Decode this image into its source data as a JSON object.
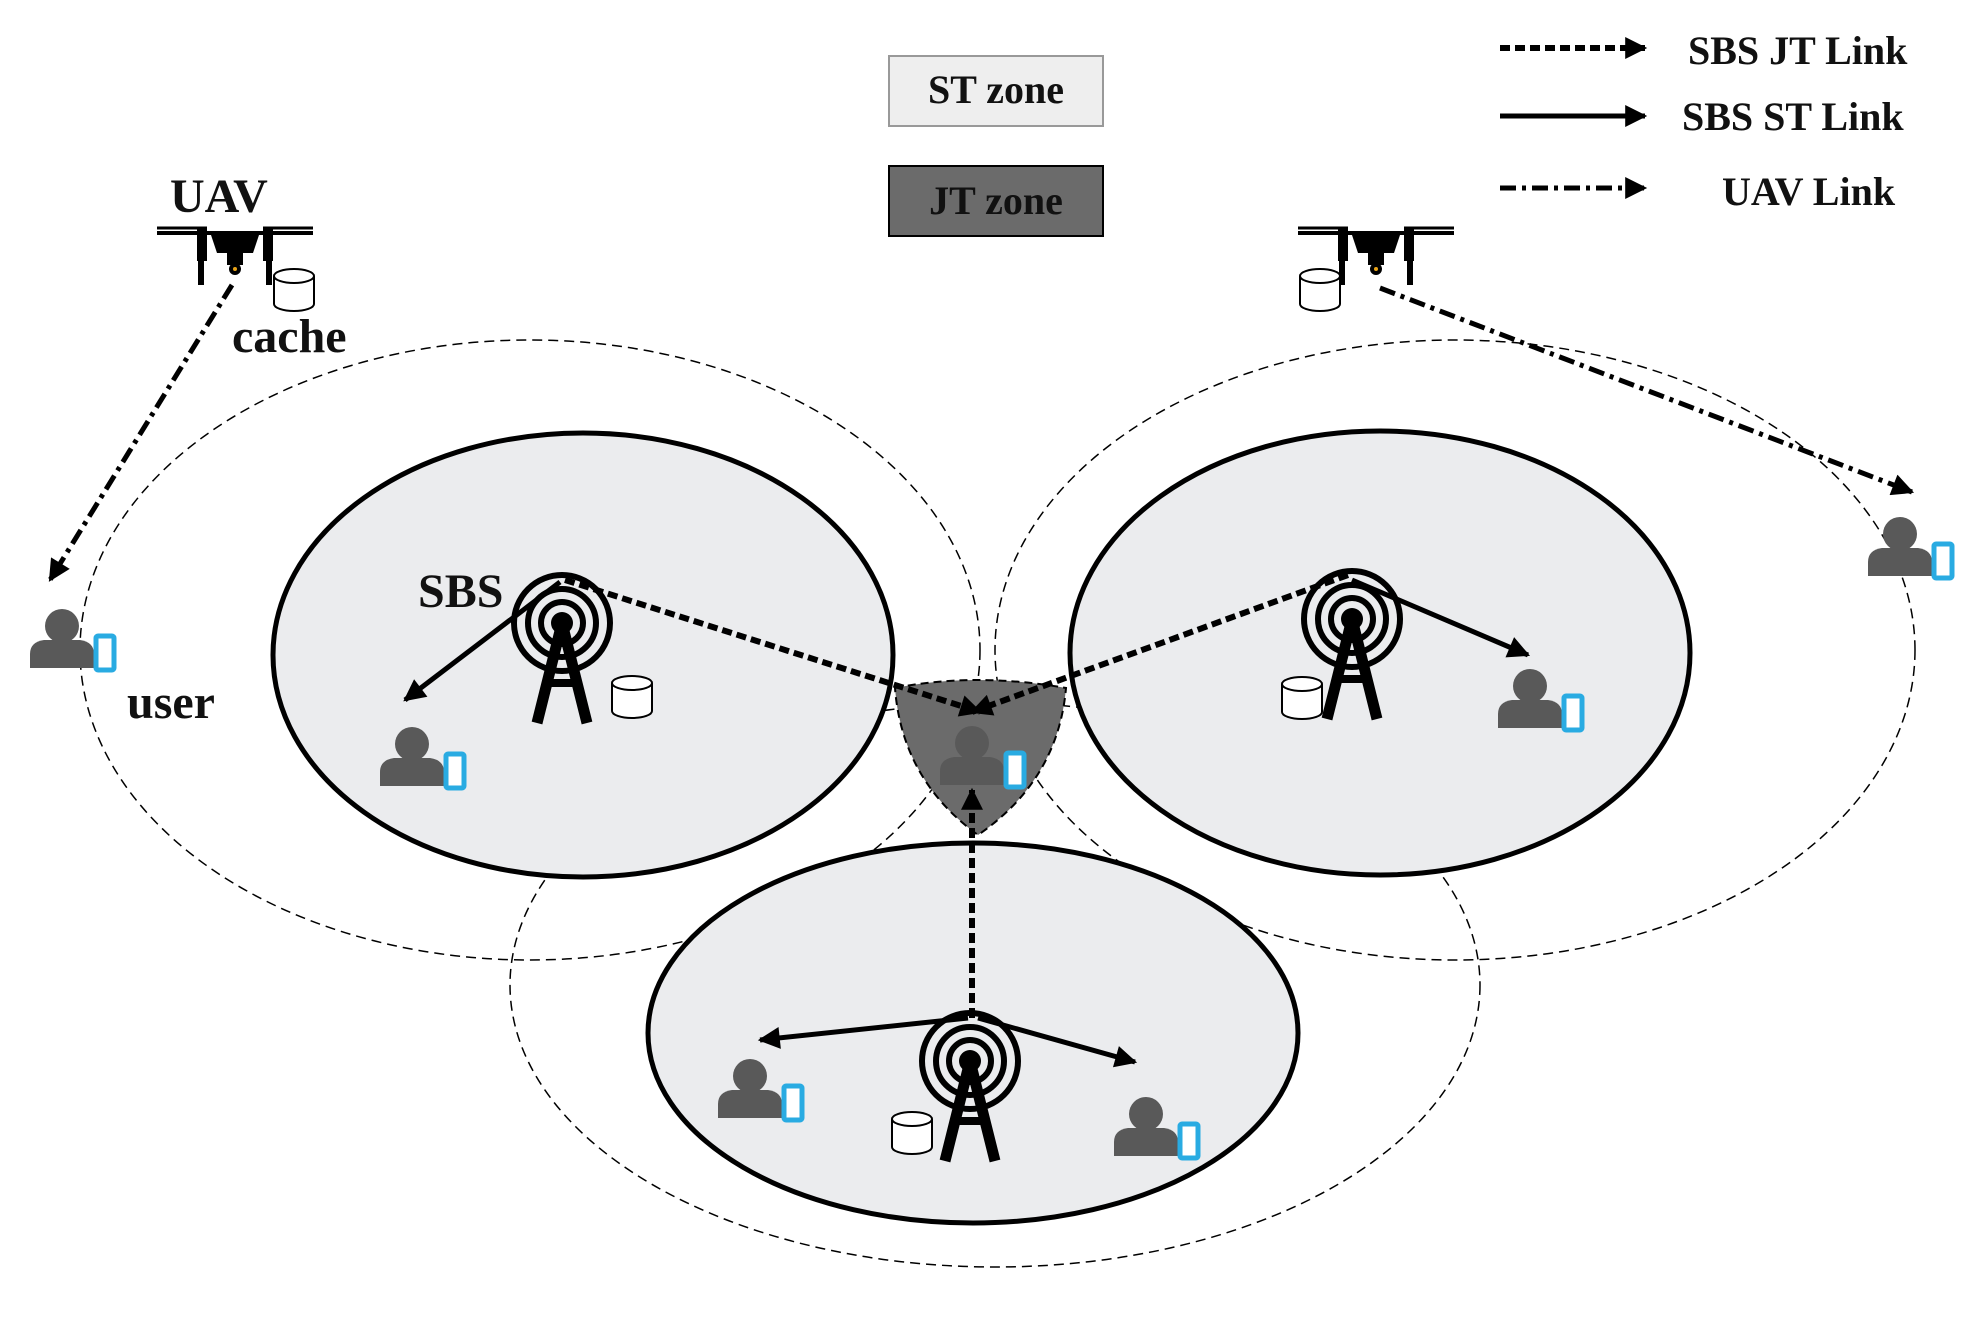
{
  "labels": {
    "uav": "UAV",
    "cache": "cache",
    "sbs": "SBS",
    "user": "user"
  },
  "zones": {
    "st": "ST zone",
    "jt": "JT zone"
  },
  "legend": {
    "jt_link": "SBS JT Link",
    "st_link": "SBS ST Link",
    "uav_link": "UAV Link"
  },
  "colors": {
    "cell_fill": "#ebecee",
    "jt_zone_fill": "#6b6b6b",
    "st_box_fill": "#eeeeee",
    "device_blue": "#29abe2",
    "user_gray": "#595959",
    "stroke": "#000000"
  },
  "icons": [
    "uav-icon",
    "cache-icon",
    "tower-icon",
    "user-icon",
    "phone-icon"
  ]
}
